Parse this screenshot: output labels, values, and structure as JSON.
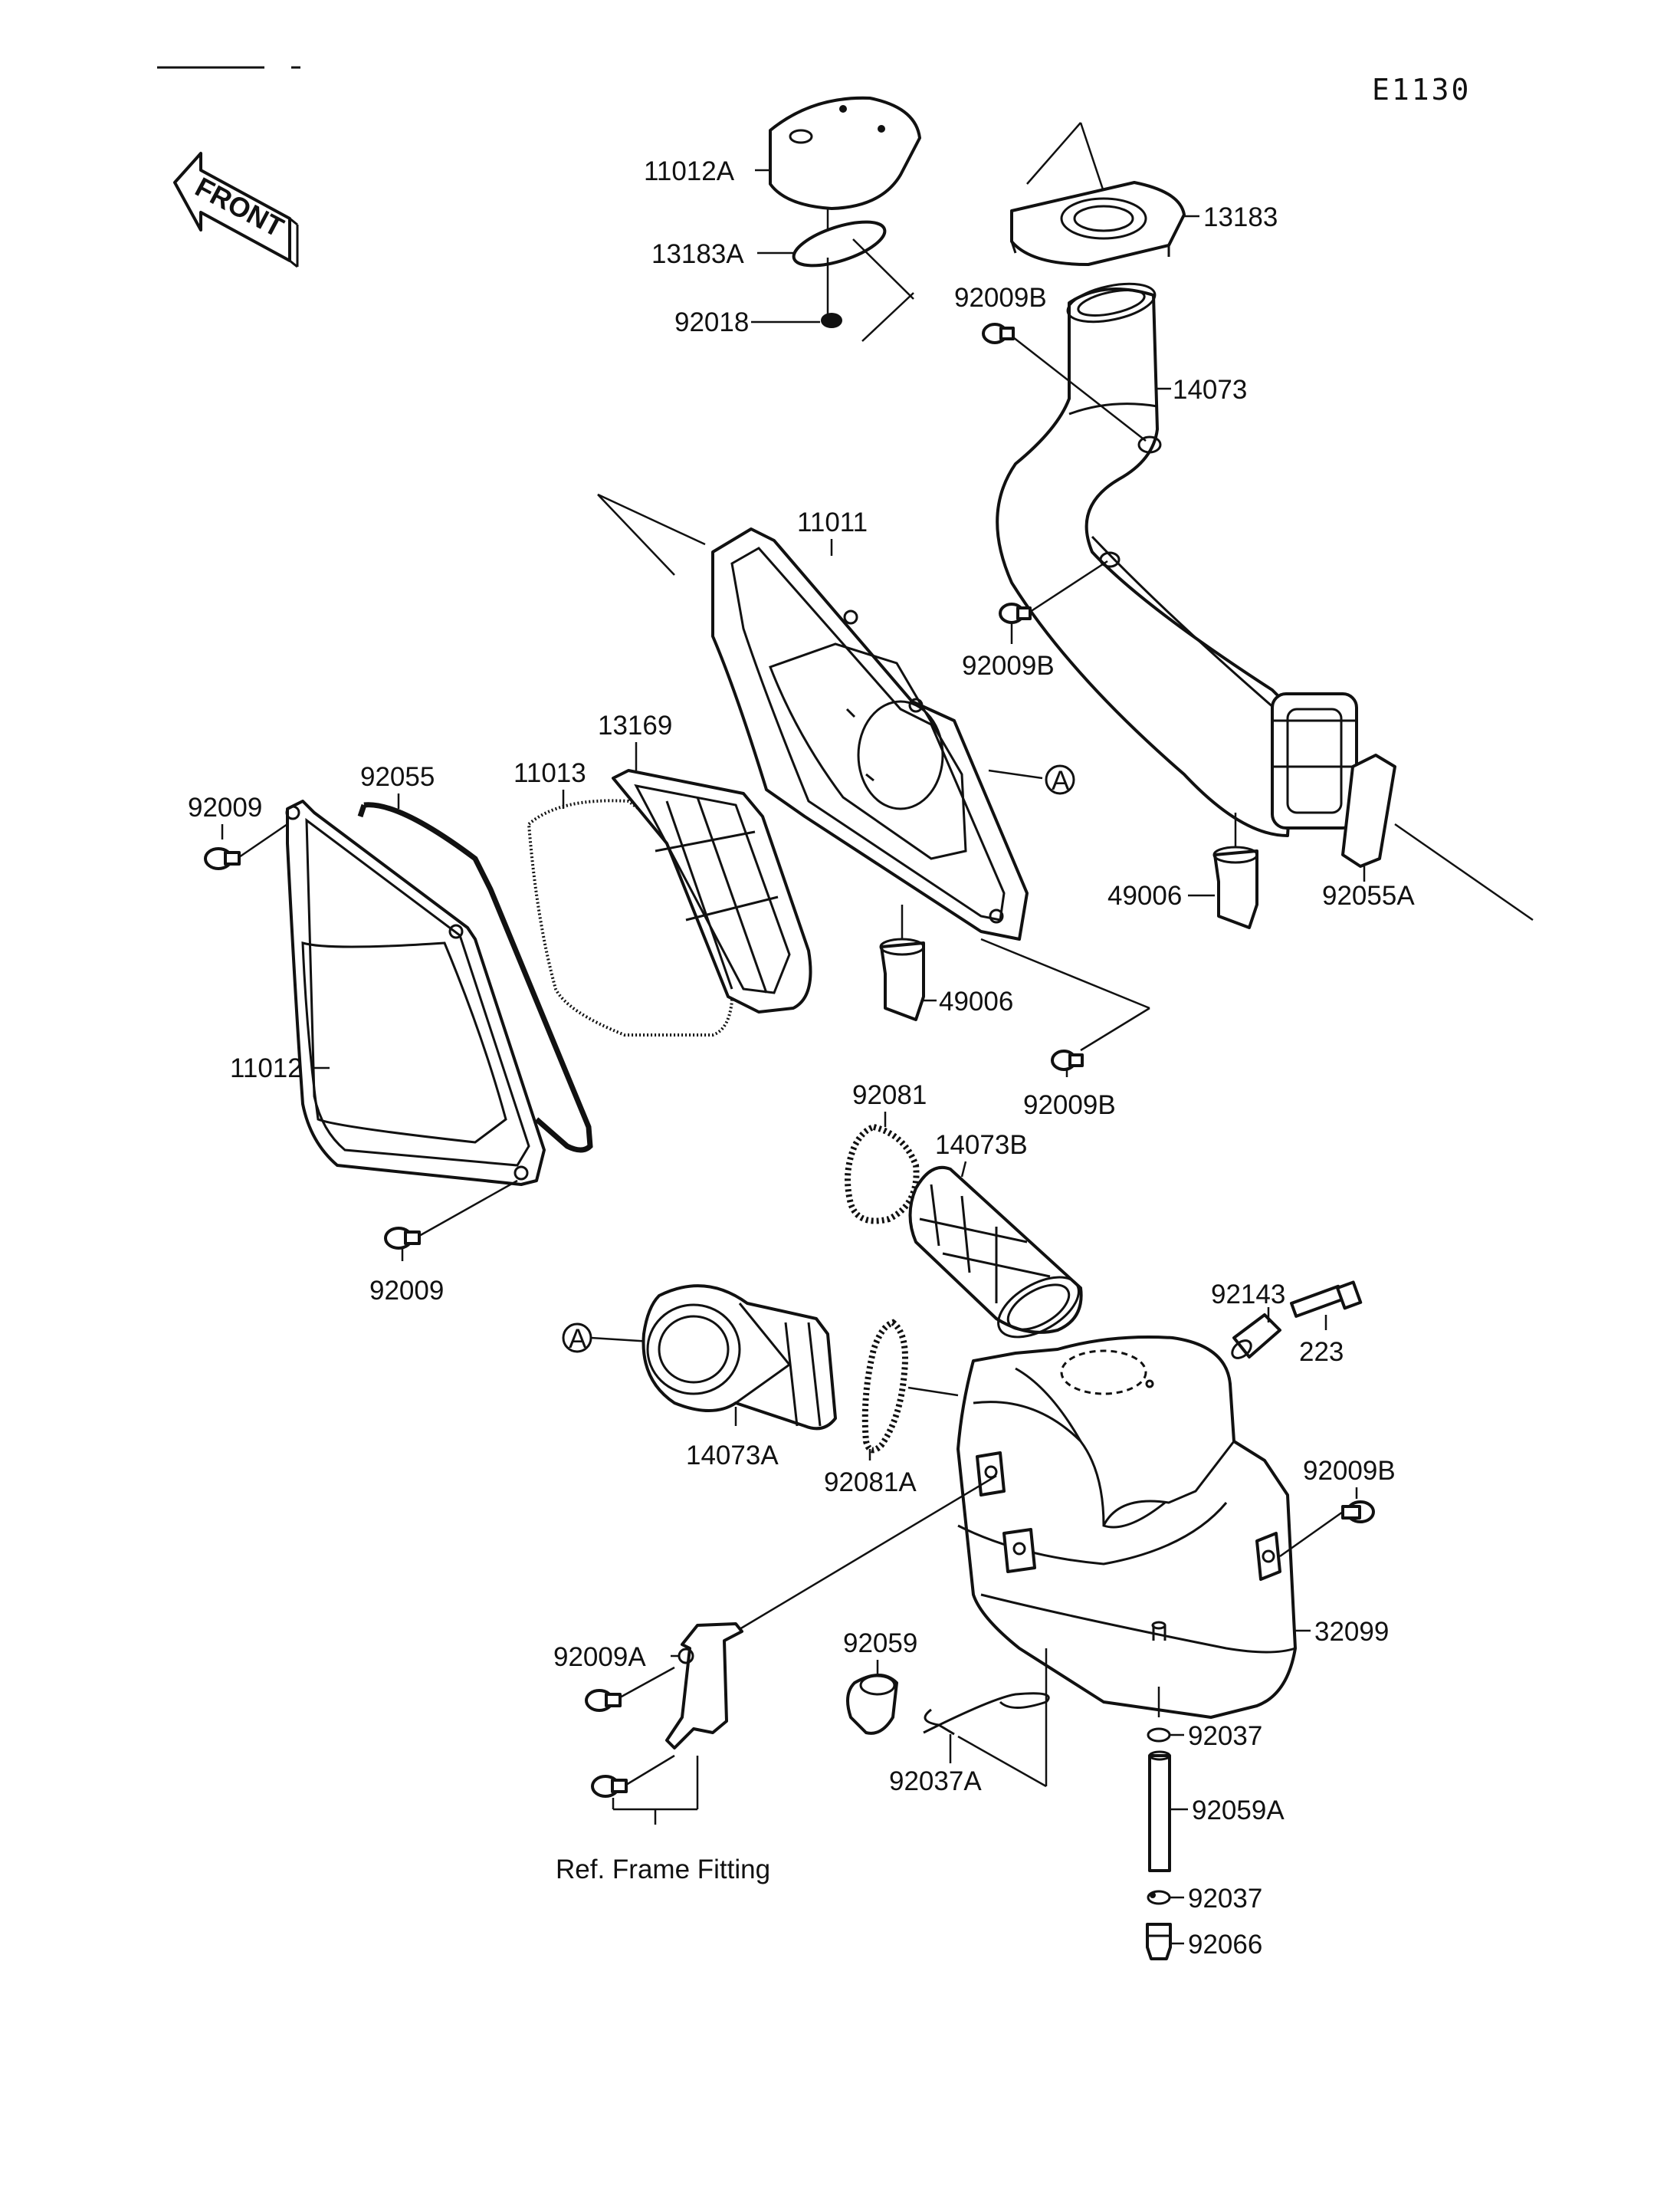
{
  "diagram_code": "E1130",
  "front_label": "FRONT",
  "circle_ref": "A",
  "note": "Ref. Frame Fitting",
  "parts": {
    "p11012A": "11012A",
    "p13183A": "13183A",
    "p92018": "92018",
    "p13183": "13183",
    "p92009B_a": "92009B",
    "p14073": "14073",
    "p11011": "11011",
    "p92009B_b": "92009B",
    "p13169": "13169",
    "p11013": "11013",
    "p92055": "92055",
    "p92009_a": "92009",
    "p49006_a": "49006",
    "p92055A": "92055A",
    "p49006_b": "49006",
    "p11012": "11012",
    "p92009B_c": "92009B",
    "p92081": "92081",
    "p14073B": "14073B",
    "p92009_b": "92009",
    "p92143": "92143",
    "p223": "223",
    "p14073A": "14073A",
    "p92081A": "92081A",
    "p92009B_d": "92009B",
    "p32099": "32099",
    "p92009A": "92009A",
    "p92059": "92059",
    "p92037_a": "92037",
    "p92037A": "92037A",
    "p92059A": "92059A",
    "p92037_b": "92037",
    "p92066": "92066"
  }
}
